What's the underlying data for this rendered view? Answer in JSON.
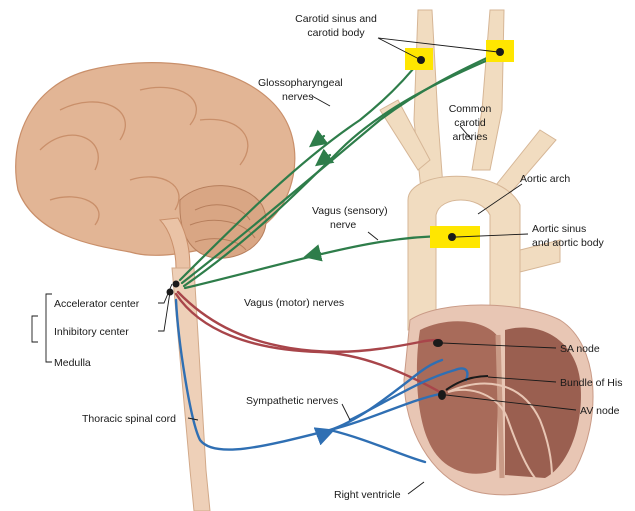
{
  "labels": {
    "carotid_sinus": [
      "Carotid sinus and",
      "carotid body"
    ],
    "glossopharyngeal": [
      "Glossopharyngeal",
      "nerves"
    ],
    "common_carotid": [
      "Common",
      "carotid",
      "arteries"
    ],
    "aortic_arch": "Aortic arch",
    "vagus_sensory": [
      "Vagus (sensory)",
      "nerve"
    ],
    "aortic_sinus": [
      "Aortic sinus",
      "and aortic body"
    ],
    "accelerator_center": "Accelerator center",
    "inhibitory_center": "Inhibitory center",
    "medulla": "Medulla",
    "vagus_motor": "Vagus (motor) nerves",
    "sa_node": "SA node",
    "bundle_of_his": "Bundle of His",
    "av_node": "AV node",
    "thoracic_spinal_cord": "Thoracic spinal cord",
    "sympathetic_nerves": "Sympathetic nerves",
    "right_ventricle": "Right ventricle"
  },
  "colors": {
    "sensory_nerve": "#2e7d4a",
    "parasympathetic_nerve": "#a8454a",
    "sympathetic_nerve": "#2f6fb3",
    "brain": "#e2b595",
    "brain_dark": "#c98f6a",
    "artery": "#f1dcc0",
    "heart": "#9c5a4a",
    "highlight": "#ffe600"
  }
}
